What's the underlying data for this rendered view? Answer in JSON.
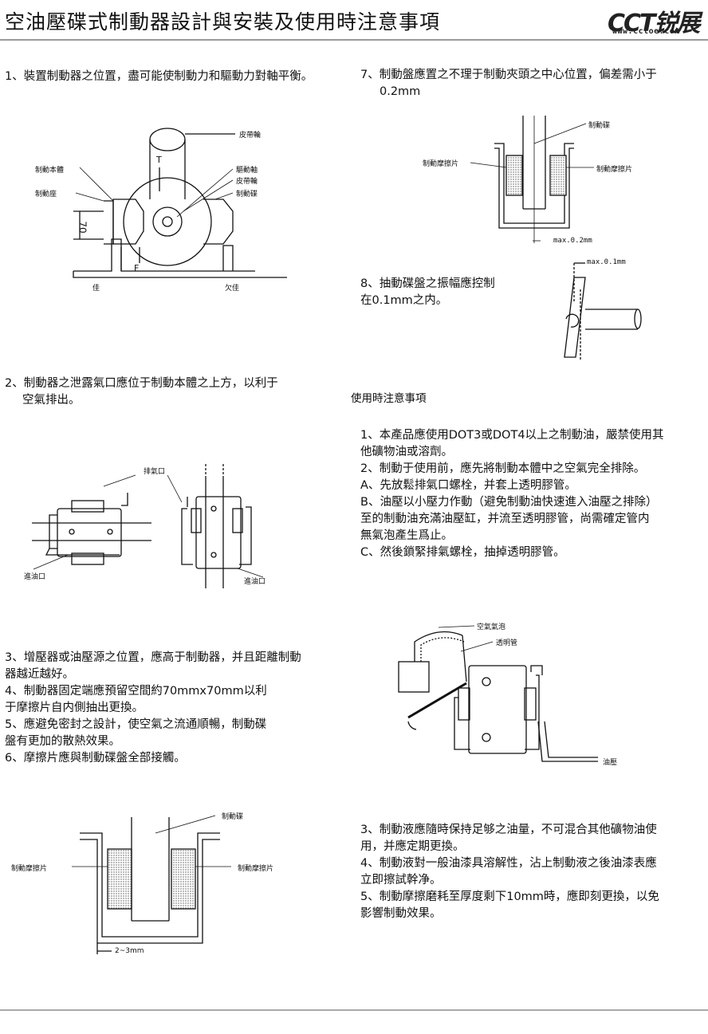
{
  "header": {
    "title": "空油壓碟式制動器設計與安裝及使用時注意事項",
    "logo_text": "CCT锐展",
    "logo_url": "www.cctoe.com"
  },
  "left": {
    "item1": "1、裝置制動器之位置，盡可能使制動力和驅動力對軸平衡。",
    "fig1": {
      "belt_wheel": "皮帶輪",
      "brake_body": "制動本體",
      "drive_shaft": "驅動軸",
      "belt_wheel2": "皮帶輪",
      "brake_seat": "制動座",
      "brake_disc": "制動碟",
      "dim": "70",
      "t": "T",
      "f": "F",
      "good": "佳",
      "bad": "欠佳"
    },
    "item2_lines": [
      "2、制動器之泄露氣口應位于制動本體之上方，以利于",
      "空氣排出。"
    ],
    "fig2": {
      "vent": "排氣口",
      "inlet_left": "進油口",
      "inlet_right": "進油口"
    },
    "items3to6_lines": [
      "3、增壓器或油壓源之位置，應高于制動器，并且距離制動",
      "器越近越好。",
      "4、制動器固定端應預留空間約70mmx70mm以利",
      "于摩擦片自内側抽出更換。",
      "5、應避免密封之設計，使空氣之流通順暢，制動碟",
      "盤有更加的散熱效果。",
      "6、摩擦片應與制動碟盤全部接觸。"
    ],
    "fig6": {
      "disc": "制動碟",
      "pad_left": "制動摩擦片",
      "pad_right": "制動摩擦片",
      "gap": "2~3mm"
    }
  },
  "right": {
    "item7_lines": [
      "7、制動盤應置之不理于制動夾頭之中心位置，偏差需小于",
      "0.2mm"
    ],
    "fig7": {
      "disc": "制動碟",
      "pad_left": "制動摩擦片",
      "pad_right": "制動摩擦片",
      "max": "max.0.2mm"
    },
    "item8_lines": [
      "8、抽動碟盤之振幅應控制",
      "在0.1mm之内。"
    ],
    "fig8": {
      "max": "max.0.1mm"
    },
    "notes_title": "使用時注意事項",
    "notes_lines": [
      "1、本產品應使用DOT3或DOT4以上之制動油，嚴禁使用其",
      "他礦物油或溶劑。",
      "2、制動于使用前，應先將制動本體中之空氣完全排除。",
      "A、先放鬆排氣口螺栓，并套上透明膠管。",
      "B、油壓以小壓力作動（避免制動油快速進入油壓之排除）",
      "至的制動油充滿油壓缸，并流至透明膠管，尚需確定管内",
      "無氣泡產生爲止。",
      "C、然後鎖緊排氣螺栓，抽掉透明膠管。"
    ],
    "fig9": {
      "bubble": "空氣氣泡",
      "tube": "透明管",
      "oil": "油壓"
    },
    "notes2_lines": [
      "3、制動液應隨時保持足够之油量，不可混合其他礦物油使",
      "用，并應定期更換。",
      "4、制動液對一般油漆具溶解性，沾上制動液之後油漆表應",
      "立即擦試幹净。",
      "5、制動摩擦磨耗至厚度剩下10mm時，應即刻更換，以免",
      "影響制動效果。"
    ]
  }
}
